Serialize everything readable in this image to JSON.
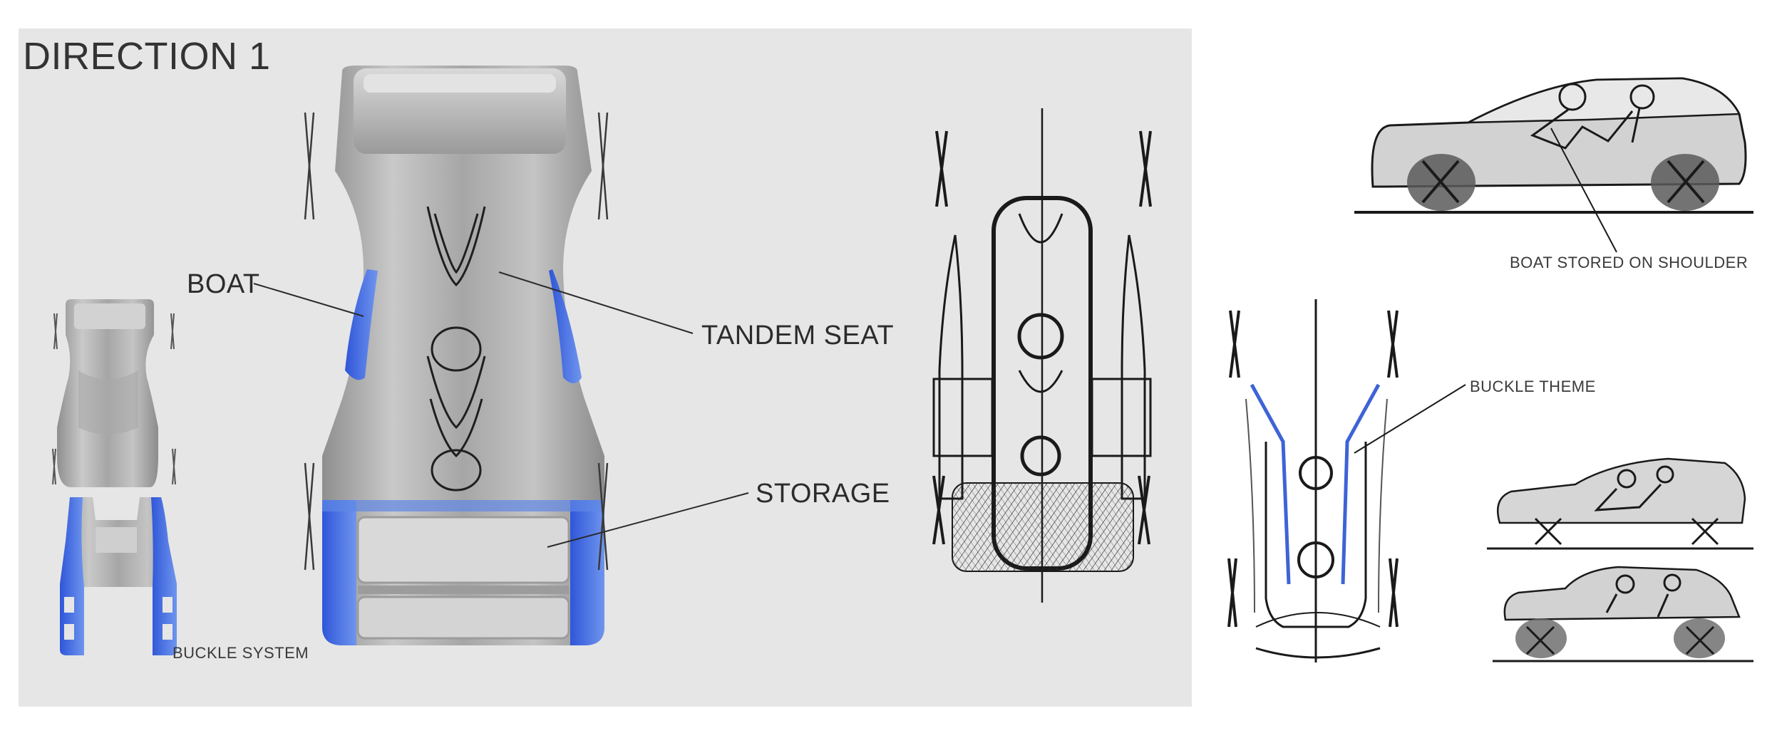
{
  "title": "DIRECTION 1",
  "labels": {
    "boat": "BOAT",
    "tandem_seat": "TANDEM SEAT",
    "storage": "STORAGE",
    "buckle_system": "BUCKLE SYSTEM",
    "boat_stored_on_shoulder": "BOAT STORED ON SHOULDER",
    "buckle_theme": "BUCKLE THEME"
  },
  "colors": {
    "panel": "#e6e6e6",
    "buckle_grey": "#b3b3b3",
    "accent_blue": "#3d63d6",
    "sketch_line": "#1a1a1a"
  },
  "icons": [
    "buckle-render",
    "buckle-system-render",
    "vehicle-top-sketch",
    "vehicle-side-sketch"
  ]
}
